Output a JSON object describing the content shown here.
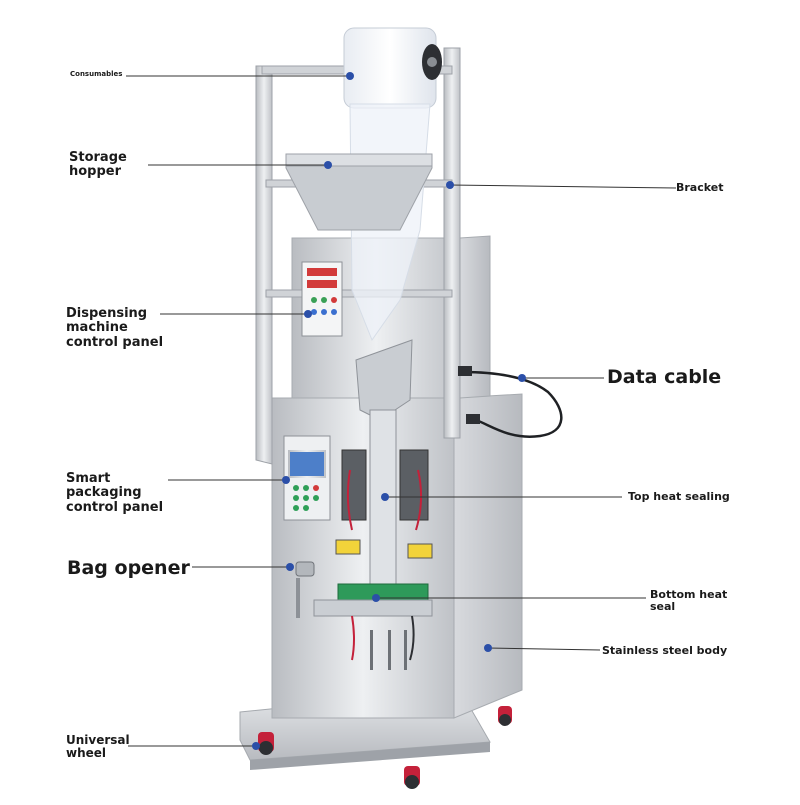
{
  "labels": {
    "consumables": "Consumables",
    "storage_hopper": "Storage\nhopper",
    "bracket": "Bracket",
    "dispensing_panel": "Dispensing\nmachine\ncontrol panel",
    "data_cable": "Data cable",
    "smart_panel": "Smart\npackaging\ncontrol panel",
    "top_heat_sealing": "Top heat sealing",
    "bag_opener": "Bag opener",
    "bottom_heat_seal": "Bottom heat\nseal",
    "stainless_body": "Stainless steel body",
    "universal_wheel": "Universal\nwheel"
  },
  "colors": {
    "pointer_dot": "#2b4fa8",
    "leader_line": "#333333",
    "steel_light": "#e4e6e9",
    "steel_mid": "#c9ccd1",
    "steel_dark": "#9fa3a9",
    "screen_blue": "#4d7fc9",
    "green_tray": "#2e9a5a",
    "wheel_red": "#c4213a"
  }
}
